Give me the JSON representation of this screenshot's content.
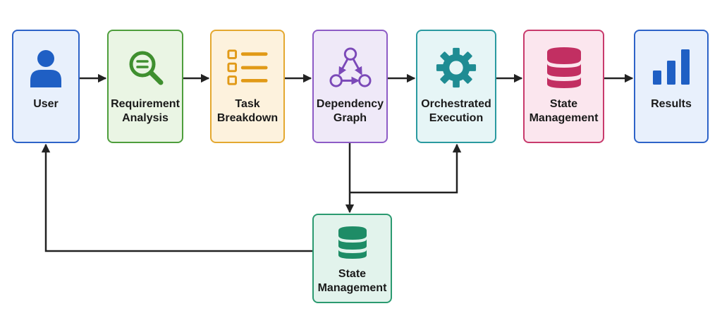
{
  "diagram": {
    "nodes": {
      "user": {
        "lines": [
          "User"
        ],
        "color": "#2e63c8",
        "icon": "person-icon"
      },
      "requirement": {
        "lines": [
          "Requirement",
          "Analysis"
        ],
        "color": "#4e9e3c",
        "icon": "magnifier-icon"
      },
      "task": {
        "lines": [
          "Task",
          "Breakdown"
        ],
        "color": "#e4a830",
        "icon": "checklist-icon"
      },
      "dependency": {
        "lines": [
          "Dependency",
          "Graph"
        ],
        "color": "#8d5bc6",
        "icon": "graph-icon"
      },
      "orchestrated": {
        "lines": [
          "Orchestrated",
          "Execution"
        ],
        "color": "#2a9aa0",
        "icon": "gear-icon"
      },
      "state": {
        "lines": [
          "State",
          "Management"
        ],
        "color": "#c83a6c",
        "icon": "database-icon"
      },
      "results": {
        "lines": [
          "Results"
        ],
        "color": "#2e63c8",
        "icon": "bar-chart-icon"
      },
      "state_bottom": {
        "lines": [
          "State",
          "Management"
        ],
        "color": "#2b9a70",
        "icon": "database-icon"
      }
    },
    "edges": [
      {
        "from": "User",
        "to": "Requirement Analysis"
      },
      {
        "from": "Requirement Analysis",
        "to": "Task Breakdown"
      },
      {
        "from": "Task Breakdown",
        "to": "Dependency Graph"
      },
      {
        "from": "Dependency Graph",
        "to": "Orchestrated Execution"
      },
      {
        "from": "Orchestrated Execution",
        "to": "State Management"
      },
      {
        "from": "State Management",
        "to": "Results"
      },
      {
        "from": "Dependency Graph",
        "to": "State Management (bottom)"
      },
      {
        "from": "Dependency Graph",
        "to": "Orchestrated Execution (loop)"
      },
      {
        "from": "State Management (bottom)",
        "to": "User"
      }
    ],
    "arrow_color": "#222222"
  }
}
